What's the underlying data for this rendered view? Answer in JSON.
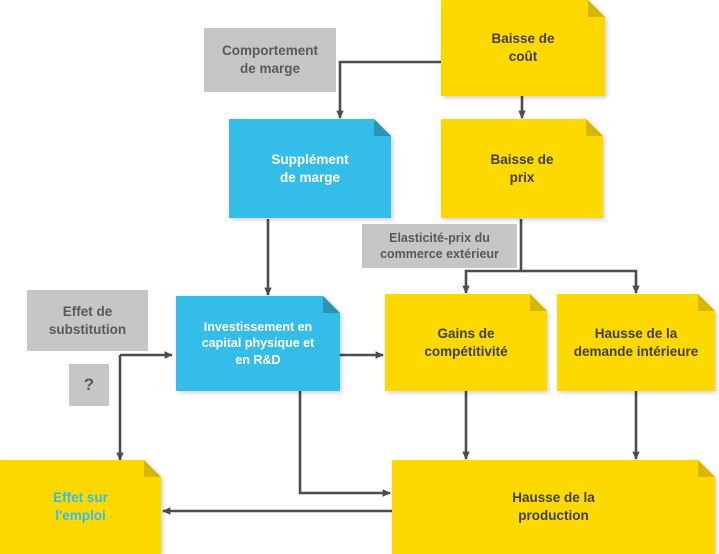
{
  "diagram": {
    "title_text": "",
    "colors": {
      "yellow": "#FDD900",
      "yellow_fold": "#D7B700",
      "blue": "#35BDEA",
      "blue_fold": "#2B93B5",
      "gray": "#C6C6C6",
      "text_dark": "#414042",
      "text_gray": "#58595B",
      "connector": "#4D4D4D"
    },
    "nodes": [
      {
        "id": "baisse-cout",
        "label": "Baisse de\ncoût",
        "kind": "note-yellow",
        "text_color": "dark"
      },
      {
        "id": "comportement-marge",
        "label": "Comportement\nde marge",
        "kind": "gray",
        "text_color": "gray"
      },
      {
        "id": "supplement-marge",
        "label": "Supplément\nde marge",
        "kind": "note-blue",
        "text_color": "white"
      },
      {
        "id": "baisse-prix",
        "label": "Baisse de\nprix",
        "kind": "note-yellow",
        "text_color": "dark"
      },
      {
        "id": "elasticite-prix",
        "label": "Elasticité-prix du\ncommerce extérieur",
        "kind": "gray",
        "text_color": "gray"
      },
      {
        "id": "effet-substitution",
        "label": "Effet de\nsubstitution",
        "kind": "gray",
        "text_color": "gray"
      },
      {
        "id": "question",
        "label": "?",
        "kind": "gray",
        "text_color": "gray"
      },
      {
        "id": "investissement",
        "label": "Investissement en\ncapital physique et\nen R&D",
        "kind": "note-blue",
        "text_color": "white"
      },
      {
        "id": "gains-competitivite",
        "label": "Gains de\ncompétitivité",
        "kind": "note-yellow",
        "text_color": "dark"
      },
      {
        "id": "hausse-demande",
        "label": "Hausse de la\ndemande intérieure",
        "kind": "note-yellow",
        "text_color": "dark"
      },
      {
        "id": "effet-emploi",
        "label": "Effet sur\nl'emploi",
        "kind": "note-yellow",
        "text_color": "blue"
      },
      {
        "id": "hausse-production",
        "label": "Hausse de la\nproduction",
        "kind": "note-yellow",
        "text_color": "dark"
      }
    ],
    "edges": [
      {
        "from": "baisse-cout",
        "to": "supplement-marge"
      },
      {
        "from": "baisse-cout",
        "to": "baisse-prix"
      },
      {
        "from": "supplement-marge",
        "to": "investissement"
      },
      {
        "from": "baisse-prix",
        "to": "gains-competitivite"
      },
      {
        "from": "baisse-prix",
        "to": "hausse-demande"
      },
      {
        "from": "question",
        "to": "investissement"
      },
      {
        "from": "question",
        "to": "effet-emploi"
      },
      {
        "from": "investissement",
        "to": "gains-competitivite"
      },
      {
        "from": "investissement",
        "to": "hausse-production"
      },
      {
        "from": "gains-competitivite",
        "to": "hausse-production"
      },
      {
        "from": "hausse-demande",
        "to": "hausse-production"
      },
      {
        "from": "hausse-production",
        "to": "effet-emploi"
      }
    ]
  }
}
